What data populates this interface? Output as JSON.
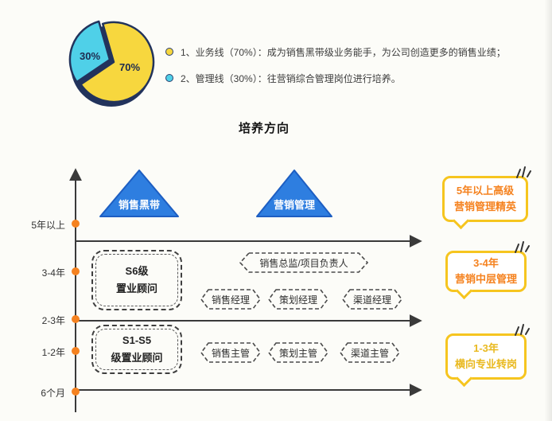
{
  "title": "培养方向",
  "chart_data": {
    "type": "pie",
    "title": "培养方向",
    "categories": [
      "业务线",
      "管理线"
    ],
    "values": [
      70,
      30
    ],
    "labels_on_chart": [
      "70%",
      "30%"
    ],
    "colors": [
      "#F7D73E",
      "#4FD0E8"
    ],
    "legend_position": "right"
  },
  "legend": {
    "items": [
      {
        "color": "#F7D73E",
        "text": "1、业务线（70%）：成为销售黑带级业务能手，为公司创造更多的销售业绩；"
      },
      {
        "color": "#4FD0E8",
        "text": "2、管理线（30%）：往营销综合管理岗位进行培养。"
      }
    ]
  },
  "timeline": {
    "axis_labels": [
      "5年以上",
      "3-4年",
      "2-3年",
      "1-2年",
      "6个月"
    ],
    "accent_dot_color": "#F58220",
    "tracks": [
      {
        "label": "销售黑带",
        "color": "#2E7EE0"
      },
      {
        "label": "营销管理",
        "color": "#2E7EE0"
      }
    ],
    "left_boxes": [
      {
        "line1": "S6级",
        "line2": "置业顾问"
      },
      {
        "line1": "S1-S5",
        "line2": "级置业顾问"
      }
    ],
    "roles": [
      {
        "label": "销售总监/项目负责人"
      },
      {
        "label": "销售经理"
      },
      {
        "label": "策划经理"
      },
      {
        "label": "渠道经理"
      },
      {
        "label": "销售主管"
      },
      {
        "label": "策划主管"
      },
      {
        "label": "渠道主管"
      }
    ],
    "bubbles": [
      {
        "line1": "5年以上高级",
        "line2": "营销管理精英",
        "text_color": "#F5821F",
        "border_color": "#F6C51F"
      },
      {
        "line1": "3-4年",
        "line2": "营销中层管理",
        "text_color": "#F5821F",
        "border_color": "#F6C51F"
      },
      {
        "line1": "1-3年",
        "line2": "横向专业转岗",
        "text_color": "#E9B91F",
        "border_color": "#F6C51F"
      }
    ]
  }
}
